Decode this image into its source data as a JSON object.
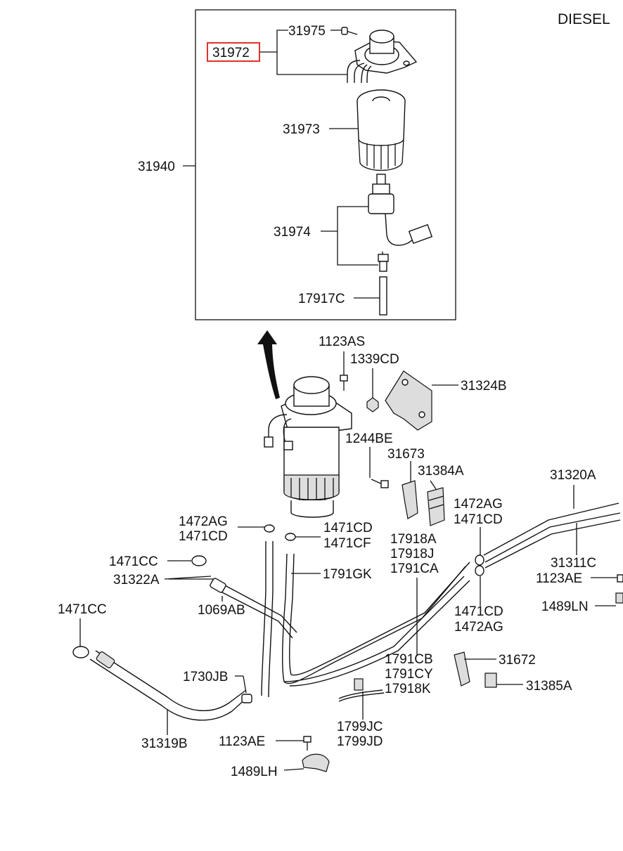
{
  "header": {
    "engine_type": "DIESEL"
  },
  "highlight": {
    "part_number": "31972",
    "color": "#e0312c"
  },
  "inset_labels": {
    "p31975": "31975",
    "p31972": "31972",
    "p31973": "31973",
    "p31940": "31940",
    "p31974": "31974",
    "p17917c": "17917C"
  },
  "labels": {
    "p1123as": "1123AS",
    "p1339cd": "1339CD",
    "p31324b": "31324B",
    "p1244be": "1244BE",
    "p31673": "31673",
    "p31384a": "31384A",
    "p31320a": "31320A",
    "p1472ag_a": "1472AG",
    "p1471cd_a": "1471CD",
    "p1472ag_b": "1472AG",
    "p1471cd_b": "1471CD",
    "p1471cd_c": "1471CD",
    "p1471cf": "1471CF",
    "p17918a": "17918A",
    "p17918j": "17918J",
    "p1791ca": "1791CA",
    "p31311c": "31311C",
    "p1123ae_a": "1123AE",
    "p1471cc_a": "1471CC",
    "p31322a": "31322A",
    "p1791gk": "1791GK",
    "p1489ln": "1489LN",
    "p1069ab": "1069AB",
    "p1471cd_d": "1471CD",
    "p1472ag_c": "1472AG",
    "p1471cc_b": "1471CC",
    "p1791cb": "1791CB",
    "p1791cy": "1791CY",
    "p17918k": "17918K",
    "p31672": "31672",
    "p1730jb": "1730JB",
    "p31385a": "31385A",
    "p1799jc": "1799JC",
    "p1799jd": "1799JD",
    "p31319b": "31319B",
    "p1123ae_b": "1123AE",
    "p1489lh": "1489LH"
  }
}
